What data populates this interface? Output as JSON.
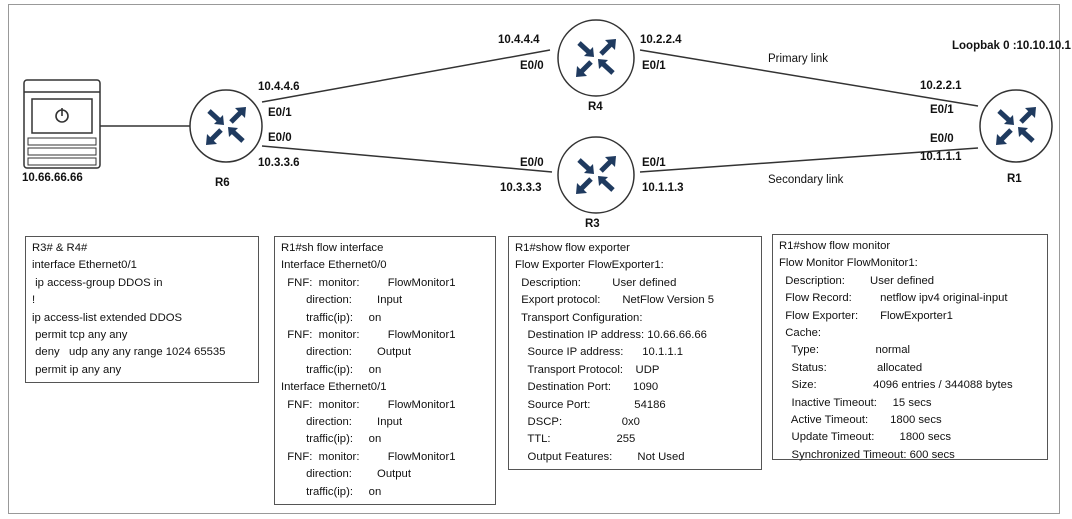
{
  "topology": {
    "server": {
      "ip": "10.66.66.66",
      "icon": "server-icon"
    },
    "loopback_label": "Loopbak 0 :10.10.10.1",
    "primary_link_label": "Primary  link",
    "secondary_link_label": "Secondary  link",
    "routers": {
      "r6": {
        "name": "R6",
        "if_top_ip": "10.4.4.6",
        "if_top": "E0/1",
        "if_bottom": "E0/0",
        "if_bottom_ip": "10.3.3.6"
      },
      "r4": {
        "name": "R4",
        "left_ip": "10.4.4.4",
        "left_if": "E0/0",
        "right_ip": "10.2.2.4",
        "right_if": "E0/1"
      },
      "r3": {
        "name": "R3",
        "left_if": "E0/0",
        "left_ip": "10.3.3.3",
        "right_if": "E0/1",
        "right_ip": "10.1.1.3"
      },
      "r1": {
        "name": "R1",
        "top_ip": "10.2.2.1",
        "top_if": "E0/1",
        "bottom_if": "E0/0",
        "bottom_ip": "10.1.1.1"
      }
    }
  },
  "boxes": {
    "acl": [
      "R3# & R4#",
      "interface Ethernet0/1",
      " ip access-group DDOS in",
      "!",
      "ip access-list extended DDOS",
      " permit tcp any any",
      " deny   udp any any range 1024 65535",
      " permit ip any any"
    ],
    "flow_interface": [
      "R1#sh flow interface",
      "Interface Ethernet0/0",
      "  FNF:  monitor:         FlowMonitor1",
      "        direction:        Input",
      "        traffic(ip):     on",
      "  FNF:  monitor:         FlowMonitor1",
      "        direction:        Output",
      "        traffic(ip):     on",
      "Interface Ethernet0/1",
      "  FNF:  monitor:         FlowMonitor1",
      "        direction:        Input",
      "        traffic(ip):     on",
      "  FNF:  monitor:         FlowMonitor1",
      "        direction:        Output",
      "        traffic(ip):     on"
    ],
    "flow_exporter": [
      "R1#show flow exporter",
      "Flow Exporter FlowExporter1:",
      "  Description:          User defined",
      "  Export protocol:       NetFlow Version 5",
      "  Transport Configuration:",
      "    Destination IP address: 10.66.66.66",
      "    Source IP address:      10.1.1.1",
      "    Transport Protocol:    UDP",
      "    Destination Port:       1090",
      "    Source Port:              54186",
      "    DSCP:                   0x0",
      "    TTL:                     255",
      "    Output Features:        Not Used"
    ],
    "flow_monitor": [
      "R1#show flow monitor",
      "Flow Monitor FlowMonitor1:",
      "  Description:        User defined",
      "  Flow Record:         netflow ipv4 original-input",
      "  Flow Exporter:       FlowExporter1",
      "  Cache:",
      "    Type:                  normal",
      "    Status:                allocated",
      "    Size:                  4096 entries / 344088 bytes",
      "    Inactive Timeout:     15 secs",
      "    Active Timeout:       1800 secs",
      "    Update Timeout:        1800 secs",
      "    Synchronized Timeout: 600 secs"
    ]
  }
}
